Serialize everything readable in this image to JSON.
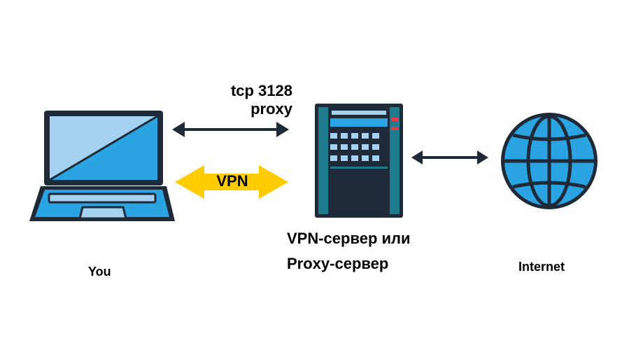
{
  "labels": {
    "proxy_line1": "tcp 3128",
    "proxy_line2": "proxy",
    "vpn": "VPN",
    "server_line1": "VPN-сервер или",
    "server_line2": "Proxy-сервер",
    "you": "You",
    "internet": "Internet"
  },
  "colors": {
    "outline": "#1e2a38",
    "laptop_screen": "#a6d2f1",
    "laptop_screen_accent": "#2aa4e3",
    "laptop_base": "#2aa4e3",
    "server_body": "#1e2a38",
    "server_side": "#1d7d8e",
    "server_keys": "#a6d2f1",
    "server_display": "#2aa4e3",
    "server_led_red": "#e8394a",
    "globe_fill": "#2aa4e3",
    "globe_lines": "#1e2a38",
    "vpn_arrow": "#ffcc00",
    "connector_arrow": "#1e2a38"
  },
  "icons": [
    "laptop-icon",
    "server-icon",
    "globe-icon"
  ]
}
